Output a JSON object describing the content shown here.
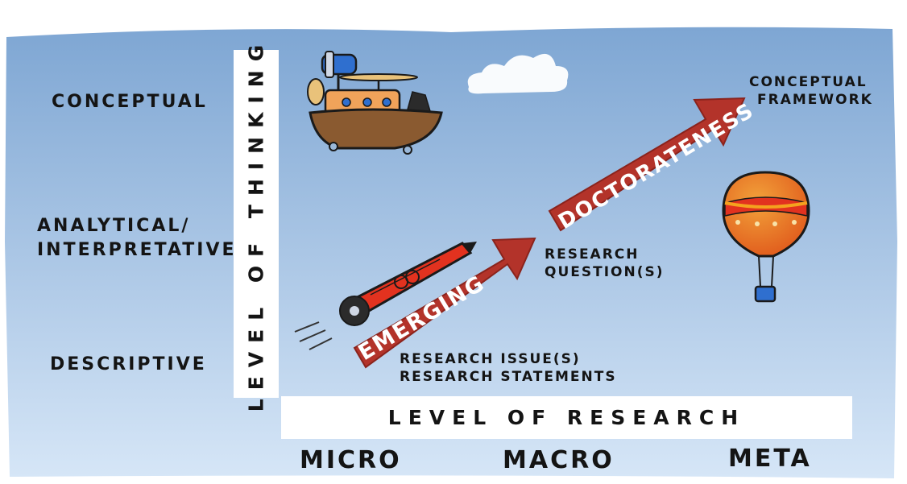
{
  "levels_of_thinking": [
    "CONCEPTUAL",
    "ANALYTICAL/",
    "INTERPRETATIVE",
    "DESCRIPTIVE"
  ],
  "axis": {
    "vertical_label": "LEVEL OF THINKING",
    "horizontal_label": "LEVEL OF RESEARCH"
  },
  "levels_of_research": [
    "MICRO",
    "MACRO",
    "META"
  ],
  "arrows": {
    "lower": "EMERGING",
    "upper": "DOCTORATENESS"
  },
  "annotations": {
    "issue_line1": "RESEARCH ISSUE(S)",
    "issue_line2": "RESEARCH STATEMENTS",
    "question_line1": "RESEARCH",
    "question_line2": "QUESTION(S)",
    "framework_line1": "CONCEPTUAL",
    "framework_line2": "FRAMEWORK"
  },
  "colors": {
    "sky_top": "#7ea6d3",
    "sky_bottom": "#cfe1f6",
    "arrow": "#b3332a",
    "balloon": "#e2321f",
    "balloon_band": "#f4a21e",
    "boat": "#8a5a30"
  },
  "icons": [
    "airship-boat-icon",
    "rocket-icon",
    "hot-air-balloon-icon",
    "cloud-icon"
  ]
}
